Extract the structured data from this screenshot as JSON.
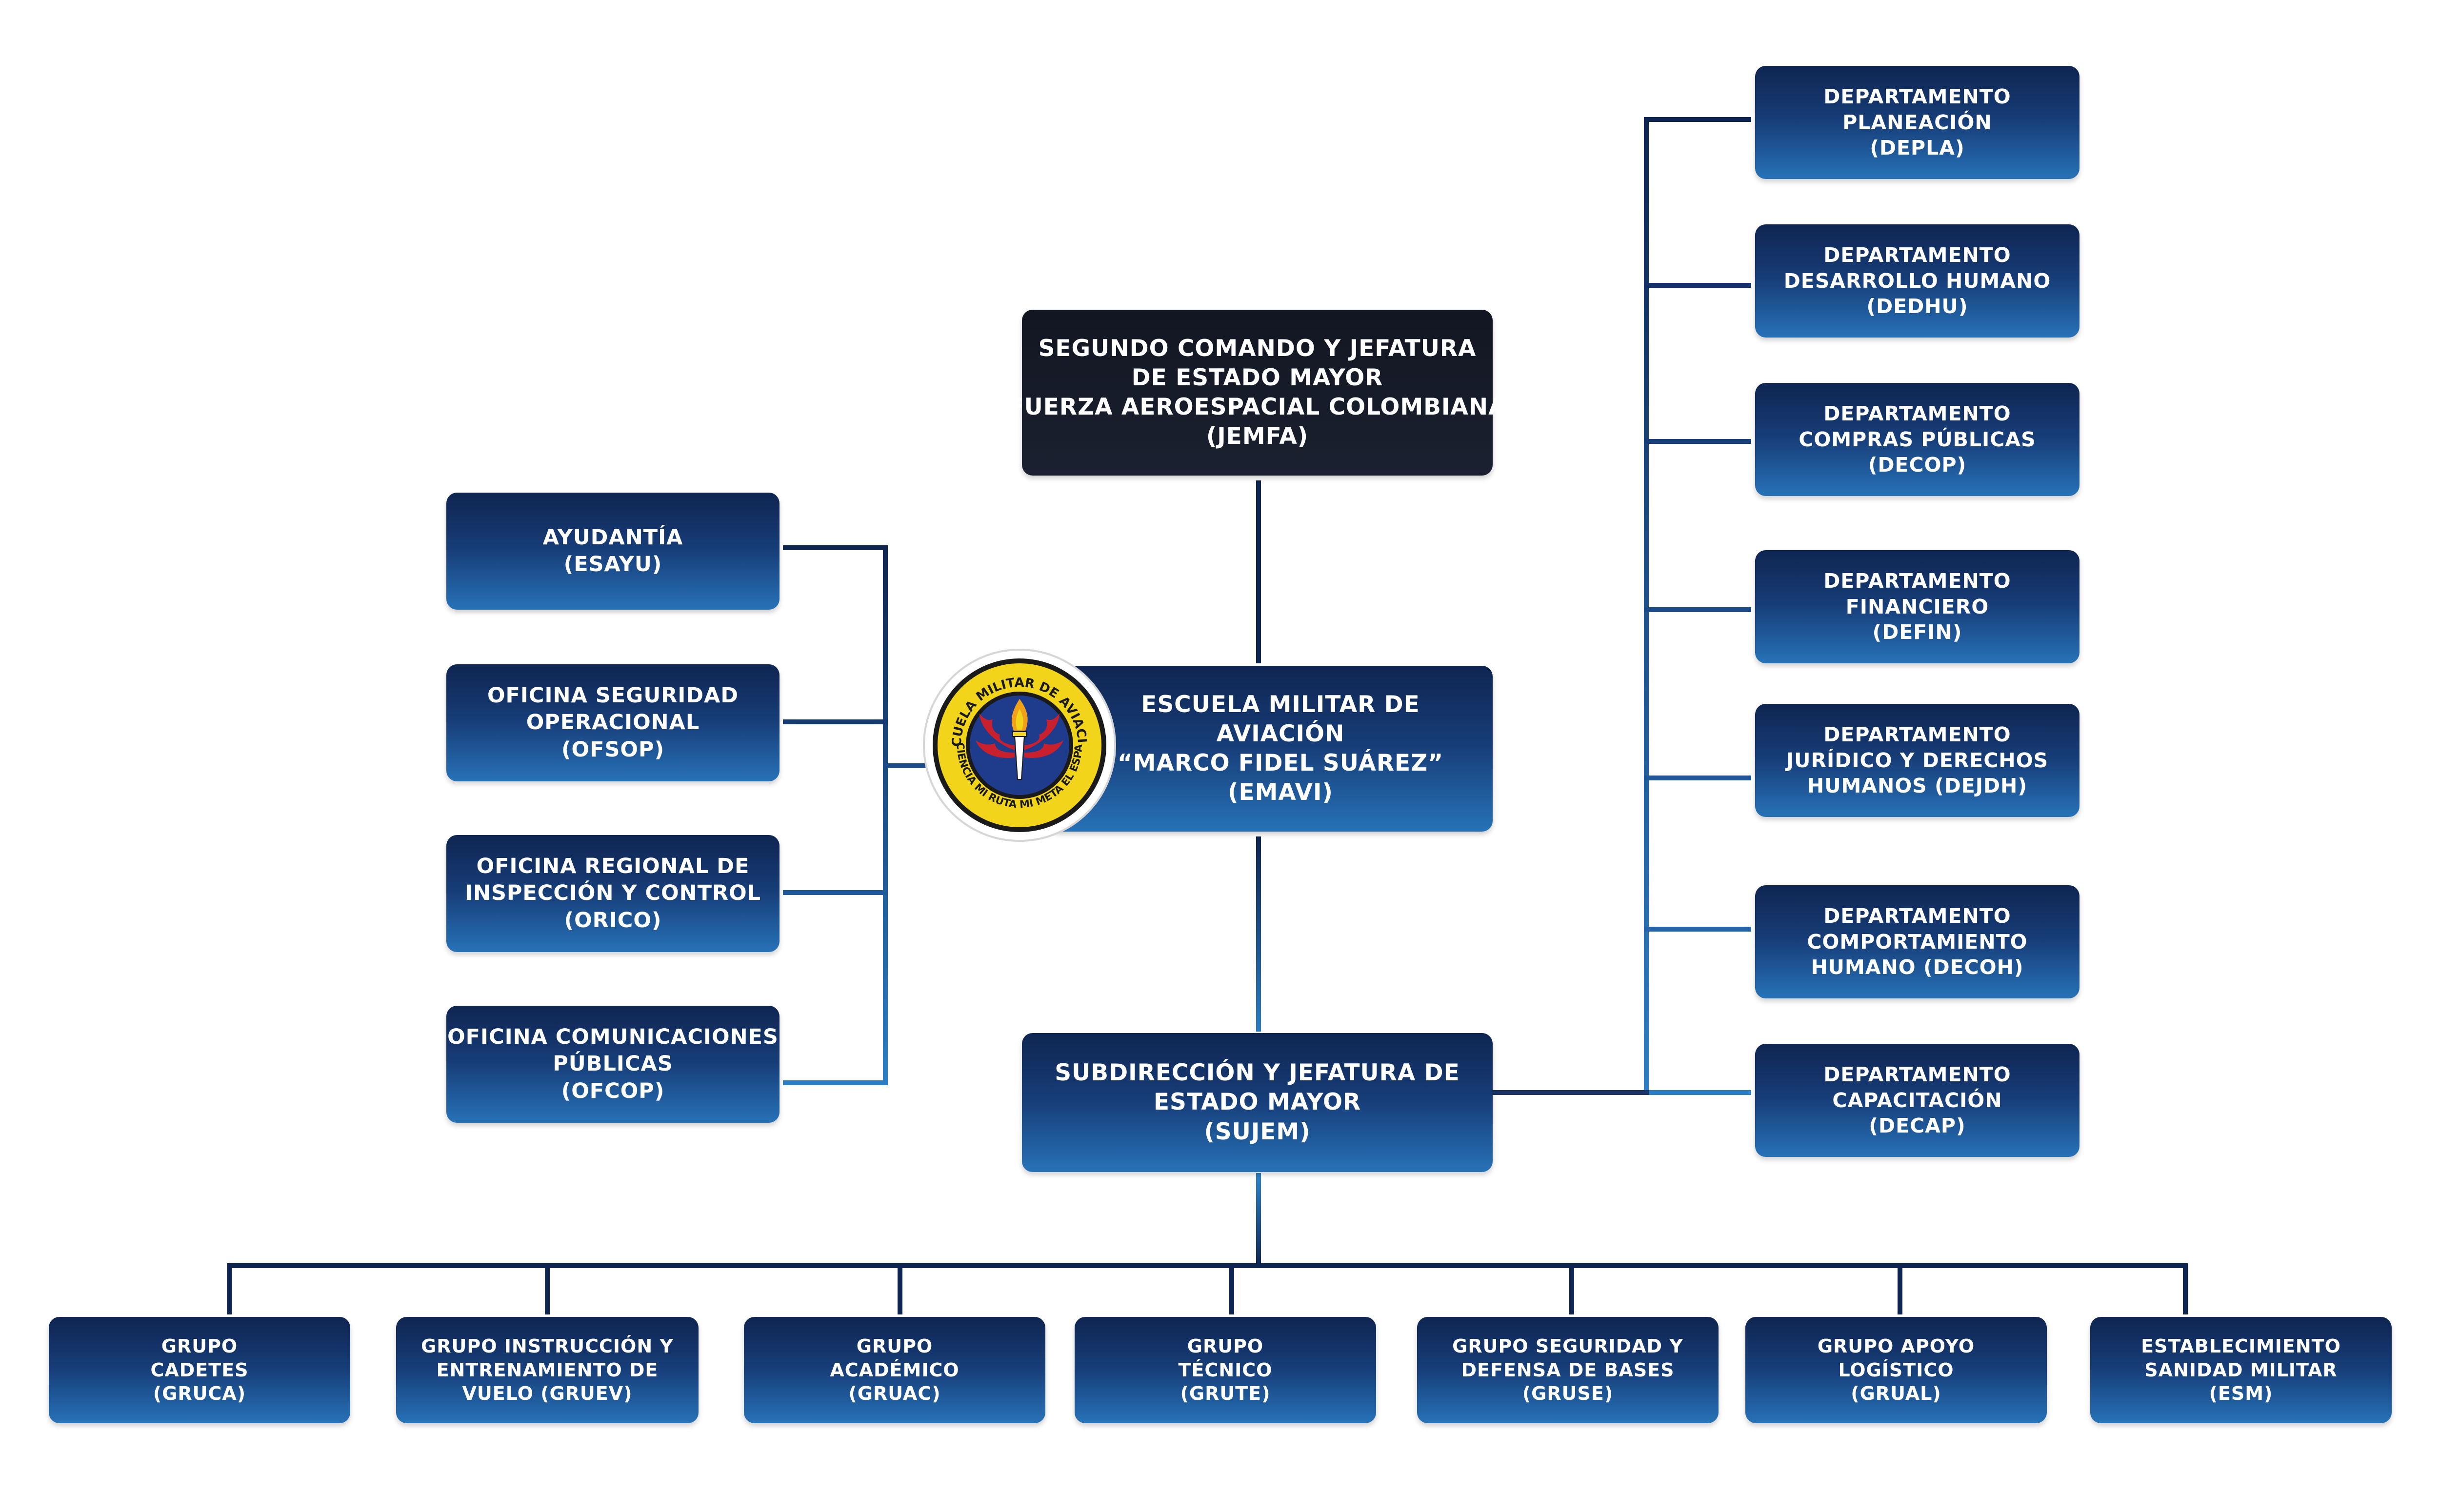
{
  "colors": {
    "box_top": "#0f2551",
    "box_bottom": "#2772b7",
    "top_box": "#161b27",
    "line": "#1a3566",
    "emblem_yellow": "#f2d51a",
    "emblem_red": "#c8202c",
    "emblem_blue": "#1f3b8c"
  },
  "top": {
    "lines": [
      "SEGUNDO COMANDO Y JEFATURA",
      "DE ESTADO MAYOR",
      "FUERZA AEROESPACIAL COLOMBIANA",
      "(JEMFA)"
    ]
  },
  "emavi": {
    "lines": [
      "ESCUELA MILITAR DE",
      "AVIACIÓN",
      "“MARCO FIDEL SUÁREZ”",
      "(EMAVI)"
    ],
    "emblem": {
      "icon": "torch-wings-icon",
      "top_text": "ESCUELA MILITAR DE AVIACIÓN",
      "bottom_text": "LA CIENCIA MI RUTA MI META EL ESPACIO"
    }
  },
  "sujem": {
    "lines": [
      "SUBDIRECCIÓN Y JEFATURA DE",
      "ESTADO MAYOR",
      "(SUJEM)"
    ]
  },
  "left": [
    {
      "lines": [
        "AYUDANTÍA",
        "(ESAYU)"
      ]
    },
    {
      "lines": [
        "OFICINA SEGURIDAD",
        "OPERACIONAL",
        "(OFSOP)"
      ]
    },
    {
      "lines": [
        "OFICINA REGIONAL DE",
        "INSPECCIÓN Y CONTROL",
        "(ORICO)"
      ]
    },
    {
      "lines": [
        "OFICINA COMUNICACIONES",
        "PÚBLICAS",
        "(OFCOP)"
      ]
    }
  ],
  "right": [
    {
      "lines": [
        "DEPARTAMENTO",
        "PLANEACIÓN",
        "(DEPLA)"
      ]
    },
    {
      "lines": [
        "DEPARTAMENTO",
        "DESARROLLO HUMANO",
        "(DEDHU)"
      ]
    },
    {
      "lines": [
        "DEPARTAMENTO",
        "COMPRAS PÚBLICAS",
        "(DECOP)"
      ]
    },
    {
      "lines": [
        "DEPARTAMENTO",
        "FINANCIERO",
        "(DEFIN)"
      ]
    },
    {
      "lines": [
        "DEPARTAMENTO",
        "JURÍDICO Y DERECHOS",
        "HUMANOS (DEJDH)"
      ]
    },
    {
      "lines": [
        "DEPARTAMENTO",
        "COMPORTAMIENTO",
        "HUMANO (DECOH)"
      ]
    },
    {
      "lines": [
        "DEPARTAMENTO",
        "CAPACITACIÓN",
        "(DECAP)"
      ]
    }
  ],
  "bottom": [
    {
      "lines": [
        "GRUPO",
        "CADETES",
        "(GRUCA)"
      ]
    },
    {
      "lines": [
        "GRUPO INSTRUCCIÓN Y",
        "ENTRENAMIENTO DE",
        "VUELO (GRUEV)"
      ]
    },
    {
      "lines": [
        "GRUPO",
        "ACADÉMICO",
        "(GRUAC)"
      ]
    },
    {
      "lines": [
        "GRUPO",
        "TÉCNICO",
        "(GRUTE)"
      ]
    },
    {
      "lines": [
        "GRUPO SEGURIDAD Y",
        "DEFENSA DE BASES",
        "(GRUSE)"
      ]
    },
    {
      "lines": [
        "GRUPO APOYO",
        "LOGÍSTICO",
        "(GRUAL)"
      ]
    },
    {
      "lines": [
        "ESTABLECIMIENTO",
        "SANIDAD MILITAR",
        "(ESM)"
      ]
    }
  ]
}
